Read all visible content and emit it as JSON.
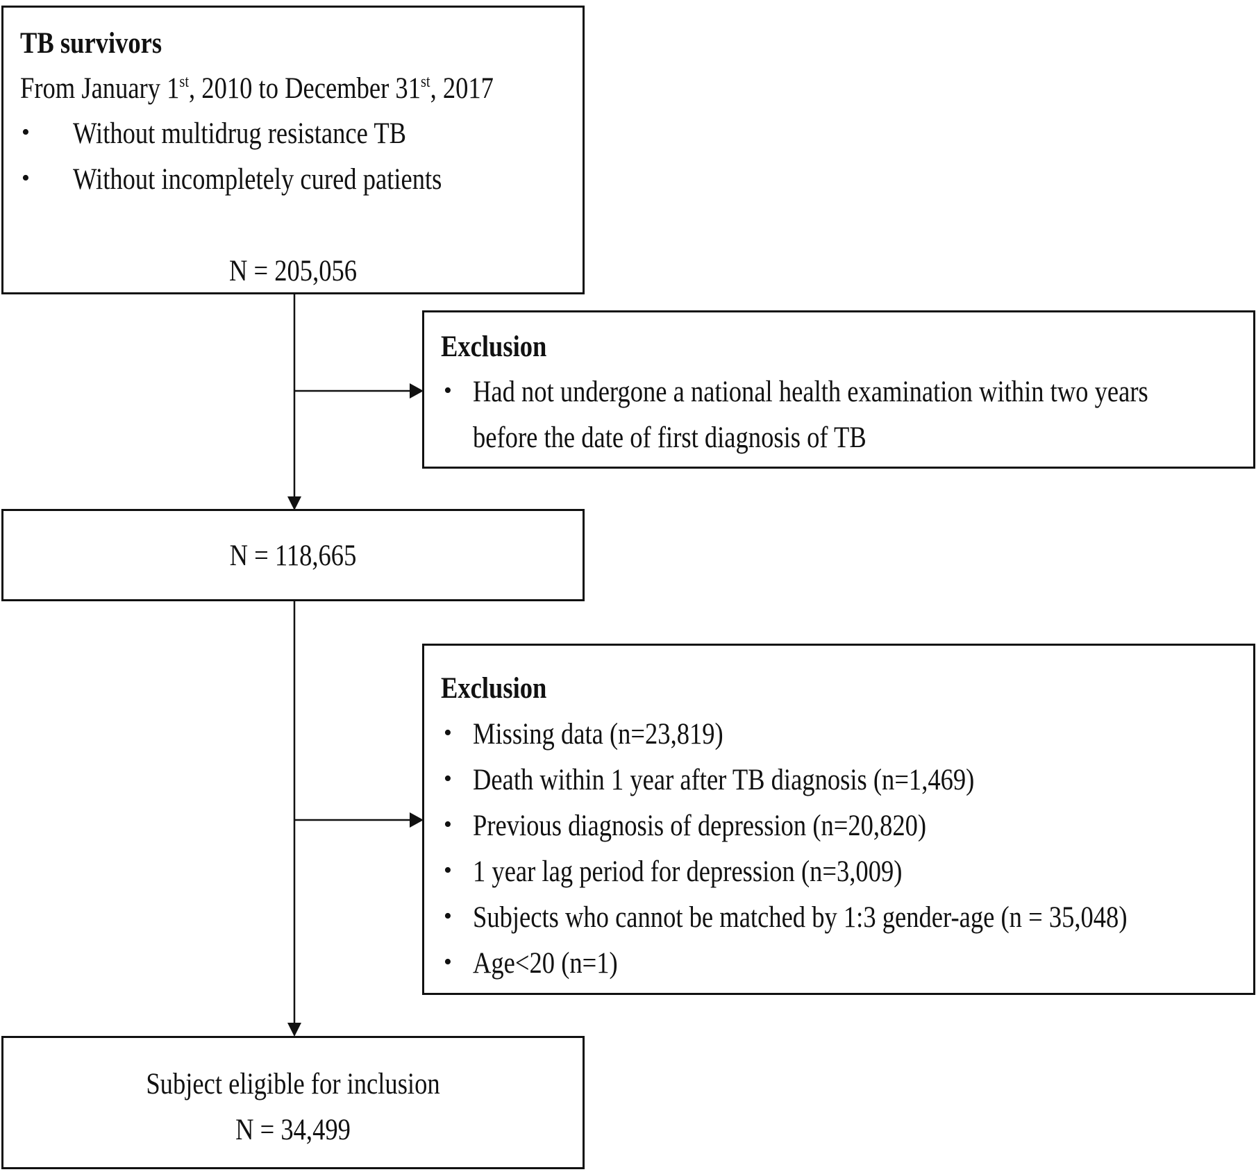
{
  "box1": {
    "title": "TB survivors",
    "date_prefix": "From January 1",
    "date_sup1": "st",
    "date_mid": ", 2010 to December 31",
    "date_sup2": "st",
    "date_suffix": ", 2017",
    "bullets": [
      "Without multidrug resistance TB",
      "Without incompletely cured patients"
    ],
    "n": "N = 205,056"
  },
  "exclusion1": {
    "title": "Exclusion",
    "bullet_line1": "Had not undergone a national health examination within two years",
    "bullet_line2": "before the date of first diagnosis of TB"
  },
  "box2": {
    "n": "N = 118,665"
  },
  "exclusion2": {
    "title": "Exclusion",
    "bullets": [
      "Missing data (n=23,819)",
      "Death within 1 year after TB diagnosis (n=1,469)",
      "Previous diagnosis of depression (n=20,820)",
      "1 year lag period for depression (n=3,009)",
      "Subjects who cannot be matched by 1:3 gender-age (n = 35,048)",
      "Age<20 (n=1)"
    ]
  },
  "box3": {
    "label": "Subject eligible for inclusion",
    "n": "N = 34,499"
  },
  "bullet_glyph": "•"
}
